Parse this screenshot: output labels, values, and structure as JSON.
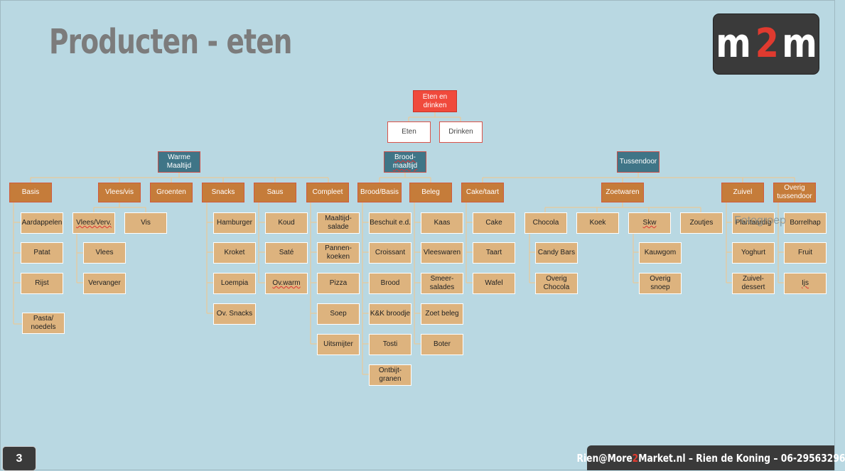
{
  "title": "Producten - eten",
  "logo": {
    "left": "m",
    "mid": "2",
    "right": "m"
  },
  "page_number": "3",
  "footer": {
    "pre": "Rien@More",
    "mid": "2",
    "post": "Market.nl – Rien de Koning – 06-29563296"
  },
  "ghost_text": "Fotogroep",
  "colors": {
    "background": "#b9d8e2",
    "root": "#f04a3c",
    "teal": "#3f7587",
    "dark_orange": "#c57c3a",
    "light_orange": "#ddb37e",
    "line": "#e8c99a"
  },
  "root": "Eten en drinken",
  "level1": [
    "Eten",
    "Drinken"
  ],
  "level2": [
    "Warme Maaltijd",
    "Brood-maaltijd",
    "Tussendoor"
  ],
  "groups": [
    {
      "label": "Basis",
      "items": [
        "Aardappelen",
        "Patat",
        "Rijst",
        "Pasta/ noedels"
      ]
    },
    {
      "label": "Vlees/vis",
      "items": [
        "Vlees/Verv.",
        "Vis"
      ],
      "sub": [
        "Vlees",
        "Vervanger"
      ]
    },
    {
      "label": "Groenten",
      "items": []
    },
    {
      "label": "Snacks",
      "items": [
        "Hamburger",
        "Kroket",
        "Loempia",
        "Ov. Snacks"
      ]
    },
    {
      "label": "Saus",
      "items": [
        "Koud",
        "Saté",
        "Ov.warm"
      ]
    },
    {
      "label": "Compleet",
      "items": [
        "Maaltijd-salade",
        "Pannen-koeken",
        "Pizza",
        "Soep",
        "Uitsmijter"
      ]
    },
    {
      "label": "Brood/Basis",
      "items": [
        "Beschuit e.d.",
        "Croissant",
        "Brood",
        "K&K broodje",
        "Tosti",
        "Ontbijt-granen"
      ]
    },
    {
      "label": "Beleg",
      "items": [
        "Kaas",
        "Vleeswaren",
        "Smeer-salades",
        "Zoet beleg",
        "Boter"
      ]
    },
    {
      "label": "Cake/taart",
      "items": [
        "Cake",
        "Taart",
        "Wafel"
      ]
    },
    {
      "label": "Zoetwaren",
      "items": [
        "Chocola",
        "Koek",
        "Skw",
        "Zoutjes"
      ],
      "sub_chocola": [
        "Candy Bars",
        "Overig Chocola"
      ],
      "sub_skw": [
        "Kauwgom",
        "Overig snoep"
      ]
    },
    {
      "label": "Zuivel",
      "items": [
        "Plantaardig",
        "Yoghurt",
        "Zuivel-dessert"
      ]
    },
    {
      "label": "Overig tussendoor",
      "items": [
        "Borrelhap",
        "Fruit",
        "Ijs"
      ]
    }
  ]
}
